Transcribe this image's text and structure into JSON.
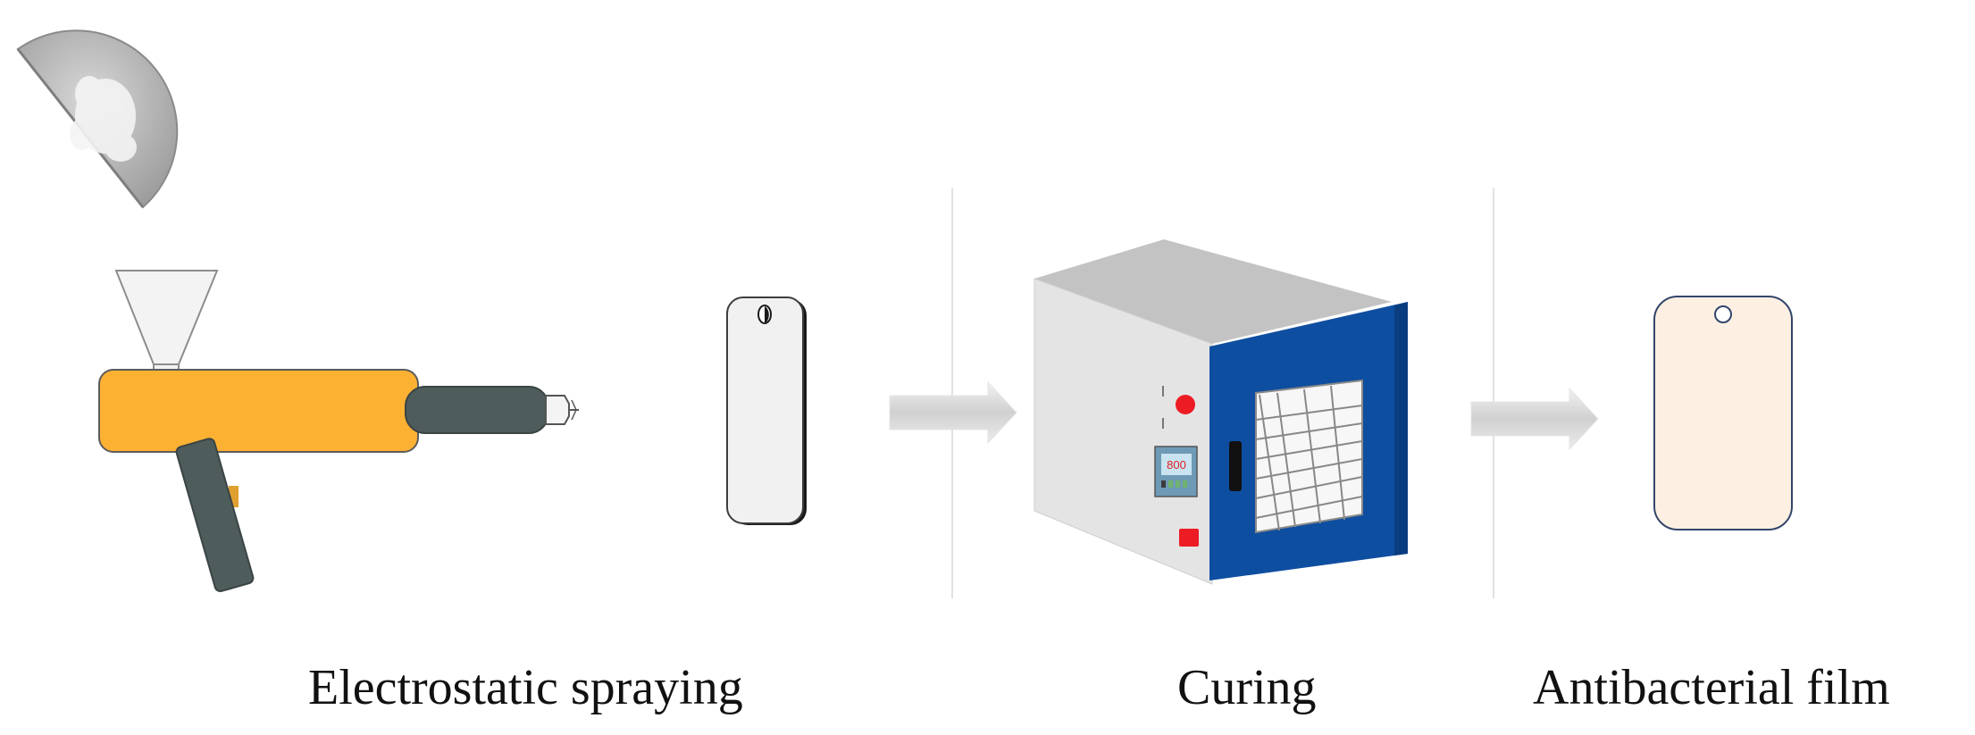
{
  "steps": [
    {
      "label": "Electrostatic spraying"
    },
    {
      "label": "Curing"
    },
    {
      "label": "Antibacterial film"
    }
  ],
  "oven": {
    "display_value": "800"
  },
  "colors": {
    "gun_body": "#FDB132",
    "gun_dark": "#4E5C5C",
    "oven_door": "#0E4EA0",
    "oven_body": "#D4D4D4",
    "substrate": "#F1F1F1",
    "film": "#FDF0E2",
    "arrow": "#DCDCDC",
    "divider": "#E2E2E2"
  }
}
